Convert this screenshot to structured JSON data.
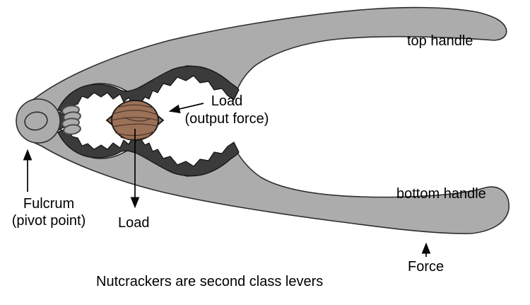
{
  "diagram": {
    "title_caption": "Nutcrackers are second class levers",
    "labels": {
      "top_handle": "top handle",
      "bottom_handle": "bottom handle",
      "load_line1": "Load",
      "load_line2": "(output force)",
      "fulcrum_line1": "Fulcrum",
      "fulcrum_line2": "(pivot point)",
      "load_bottom": "Load",
      "force": "Force"
    },
    "colors": {
      "background": "#ffffff",
      "body": "#acacac",
      "outline": "#2e2e2e",
      "jaw": "#3b3b3b",
      "spring": "#4a4a4a",
      "walnut": "#9b7158",
      "walnut_detail": "#4f392b",
      "text": "#000000"
    }
  }
}
